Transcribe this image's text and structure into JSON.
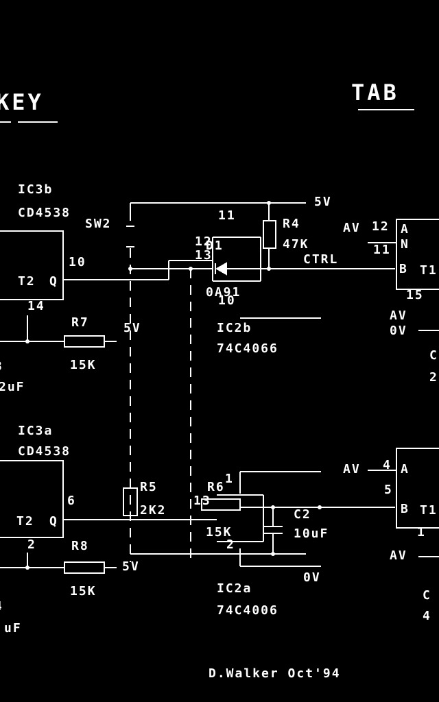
{
  "headers": {
    "left": "KEY",
    "right": "TAB"
  },
  "labels": {
    "ic3b": "IC3b",
    "ic3b_part": "CD4538",
    "sw2": "SW2",
    "r4": "R4",
    "r4_val": "47K",
    "d1": "D1",
    "d1_part": "0A91",
    "ctrl": "CTRL",
    "av_top": "AV",
    "pin12_right": "12",
    "pin11_right": "11",
    "pin_a_top": "A",
    "pin_n_top": "N",
    "pin_b_top": "B",
    "t1_top": "T1",
    "pin11_top": "11",
    "pin12_top": "12",
    "pin13_top": "13",
    "pin10": "10",
    "5v_top": "5V",
    "5v_mid": "5V",
    "5v_bottom": "5V",
    "t2_upper": "T2",
    "q_upper": "Q",
    "pin10_left": "10",
    "pin14": "14",
    "r7": "R7",
    "r7_val": "15K",
    "c_left_upper": "3",
    "c_left_upper_val": "2uF",
    "ic2b": "IC2b",
    "ic2b_part": "74C4066",
    "pin15_right": "15",
    "av_mid": "AV",
    "0v_mid": "0V",
    "c_right": "C",
    "c_right_val": "2",
    "ic3a": "IC3a",
    "ic3a_part": "CD4538",
    "pin6": "6",
    "t2_lower": "T2",
    "q_lower": "Q",
    "pin2": "2",
    "r8": "R8",
    "r8_val": "15K",
    "c_left_lower": "4",
    "c_left_lower_val": "uF",
    "r5": "R5",
    "r5_val": "2K2",
    "r6": "R6",
    "r6_val": "15K",
    "pin1": "1",
    "pin2_lower": "2",
    "c2": "C2",
    "c2_val": "10uF",
    "av_lower": "AV",
    "pin4_right": "4",
    "pin5_right": "5",
    "pin_a_lower": "A",
    "pin_b_lower": "B",
    "t1_lower": "T1",
    "pin1_right": "1",
    "av_bottom": "AV",
    "0v": "0V",
    "ic2a": "IC2a",
    "ic2a_part": "74C4006",
    "right_lower_c": "C",
    "right_lower_val": "4",
    "credit": "D.Walker Oct'94"
  }
}
